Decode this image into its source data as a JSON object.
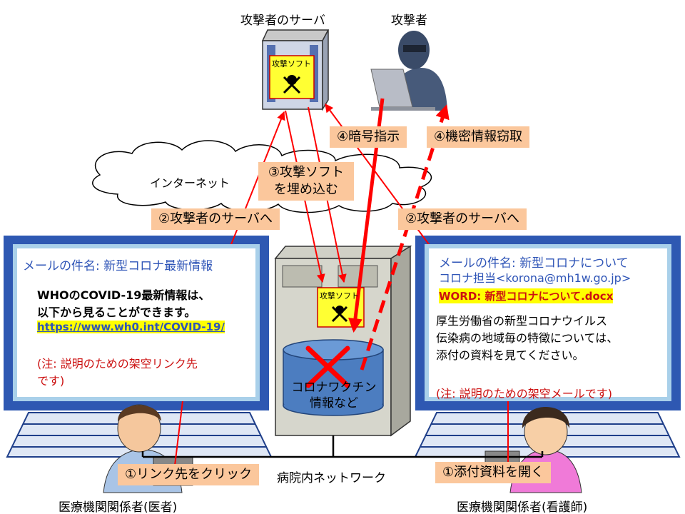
{
  "labels": {
    "server": "攻撃者のサーバ",
    "attacker": "攻撃者",
    "internet": "インターネット",
    "software_server": "攻撃ソフト",
    "software_pc": "攻撃ソフト",
    "db_line1": "コロナワクチン",
    "db_line2": "情報など",
    "hospital_network": "病院内ネットワーク",
    "doctor": "医療機関関係者(医者)",
    "nurse": "医療機関関係者(看護師)"
  },
  "steps": {
    "to_server_left": "②攻撃者のサーバへ",
    "to_server_right": "②攻撃者のサーバへ",
    "embed_line1": "③攻撃ソフト",
    "embed_line2": "を埋め込む",
    "encrypt": "④暗号指示",
    "steal": "④機密情報窃取",
    "click_link": "①リンク先をクリック",
    "open_attachment": "①添付資料を開く"
  },
  "left_email": {
    "subject": "メールの件名: 新型コロナ最新情報",
    "body_line1": "WHOのCOVID-19最新情報は、",
    "body_line2": "以下から見ることができます。",
    "link": "https://www.wh0.int/COVID-19/",
    "note_line1": "(注: 説明のための架空リンク先",
    "note_line2": "です)"
  },
  "right_email": {
    "subject": "メールの件名: 新型コロナについて",
    "sender": "コロナ担当<korona@mh1w.go.jp>",
    "attachment": "WORD: 新型コロナについて.docx",
    "body_line1": "厚生労働省の新型コロナウイルス",
    "body_line2": "伝染病の地域毎の特徴については、",
    "body_line3": "添付の資料を見てください。",
    "note": "(注: 説明のための架空メールです)"
  },
  "colors": {
    "arrow": "#ff0000",
    "tag_bg": "#fbc79c",
    "screen_border": "#a9d0ea",
    "keyboard": "#1f3f8a",
    "highlight": "#ffff00"
  }
}
